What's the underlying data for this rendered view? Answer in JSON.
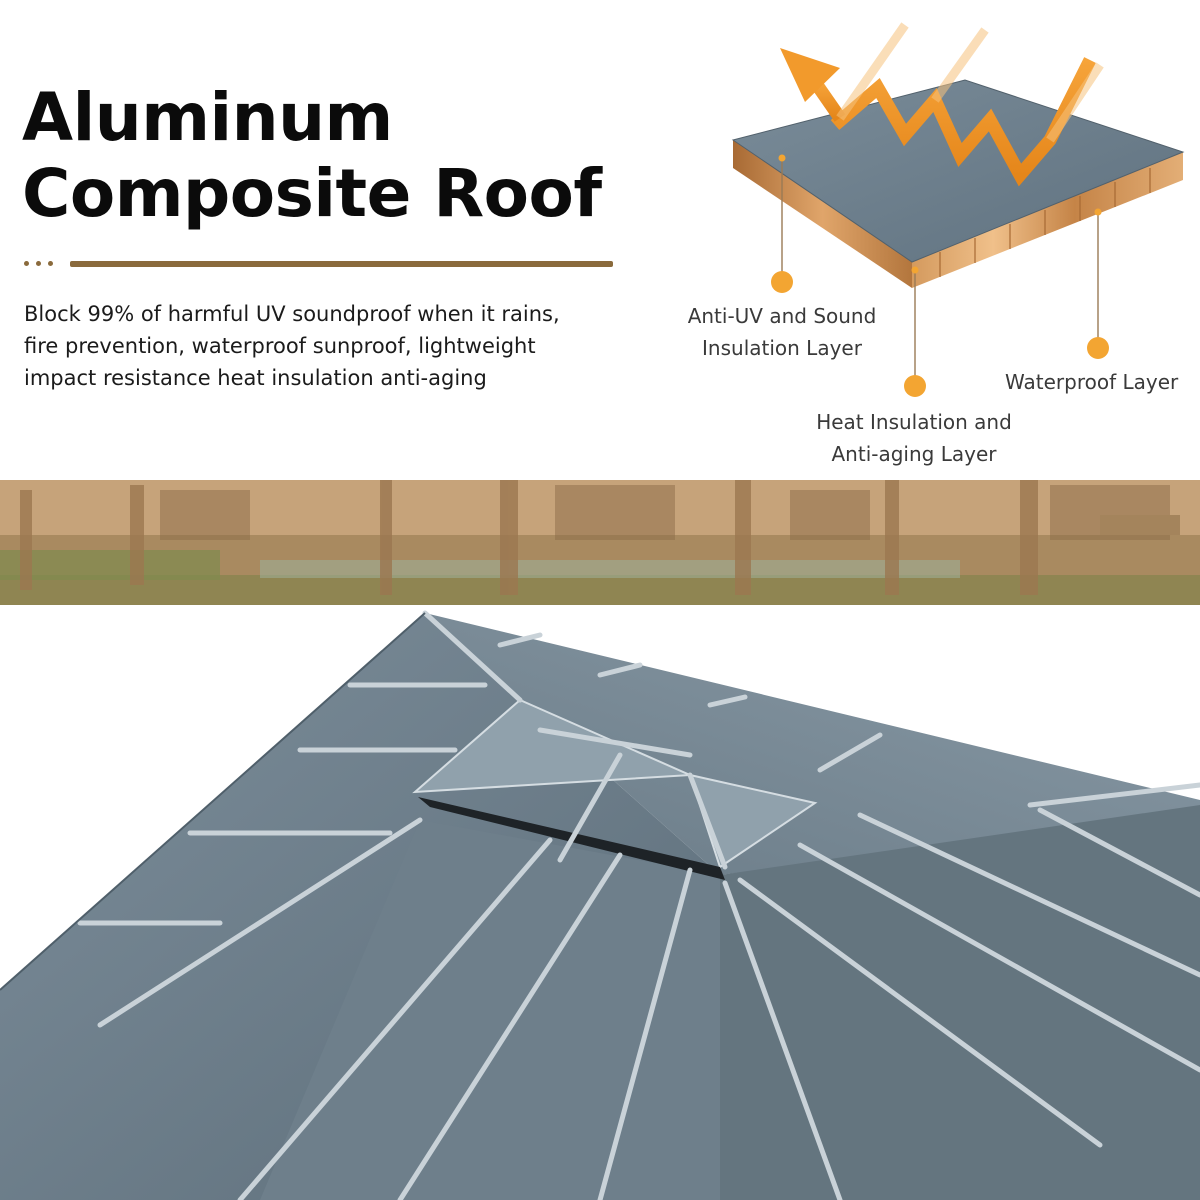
{
  "header": {
    "title_line1": "Aluminum",
    "title_line2": "Composite Roof"
  },
  "description": "Block 99% of harmful UV soundproof when it rains, fire prevention, waterproof sunproof, lightweight impact resistance heat insulation anti-aging",
  "layers": {
    "anti_uv": "Anti-UV and Sound\nInsulation Layer",
    "waterproof": "Waterproof Layer",
    "heat": "Heat Insulation and\nAnti-aging Layer"
  },
  "icons": {
    "sun_arrows": "sun-ray-arrows-icon",
    "callout_dot": "callout-dot-icon"
  },
  "colors": {
    "accent_brown": "#8a6a3c",
    "callout_orange": "#f0a02a",
    "panel_gray": "#6f8190",
    "panel_edge_copper": "#c98f55"
  }
}
